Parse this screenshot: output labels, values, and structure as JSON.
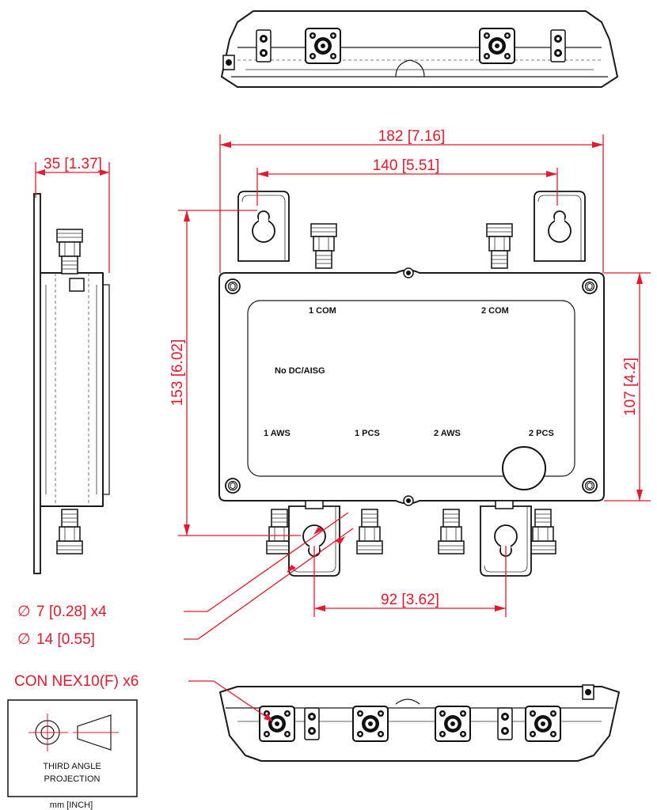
{
  "dimensions": {
    "overall_width": "182 [7.16]",
    "mount_width": "140 [5.51]",
    "depth": "35 [1.37]",
    "overall_height": "153 [6.02]",
    "body_height": "107 [4.2]",
    "bottom_mount_spacing": "92 [3.62]",
    "hole_small": "7 [0.28] x4",
    "hole_large": "14 [0.55]",
    "diameter_symbol": "∅"
  },
  "callouts": {
    "connector": "CON NEX10(F) x6"
  },
  "port_labels": {
    "com1": "1 COM",
    "com2": "2 COM",
    "no_dc": "No DC/AISG",
    "aws1": "1 AWS",
    "pcs1": "1 PCS",
    "aws2": "2 AWS",
    "pcs2": "2 PCS"
  },
  "projection": {
    "line1": "THIRD ANGLE",
    "line2": "PROJECTION",
    "units": "mm [INCH]"
  },
  "colors": {
    "dimension": "#e8182b",
    "outline": "#1a1a1a"
  }
}
